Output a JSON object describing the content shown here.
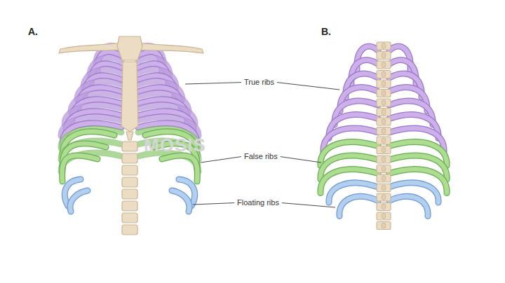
{
  "diagram": {
    "labels": [
      "A.",
      "B.",
      "True ribs",
      "False ribs",
      "Floating ribs",
      "MOSIS"
    ]
  }
}
